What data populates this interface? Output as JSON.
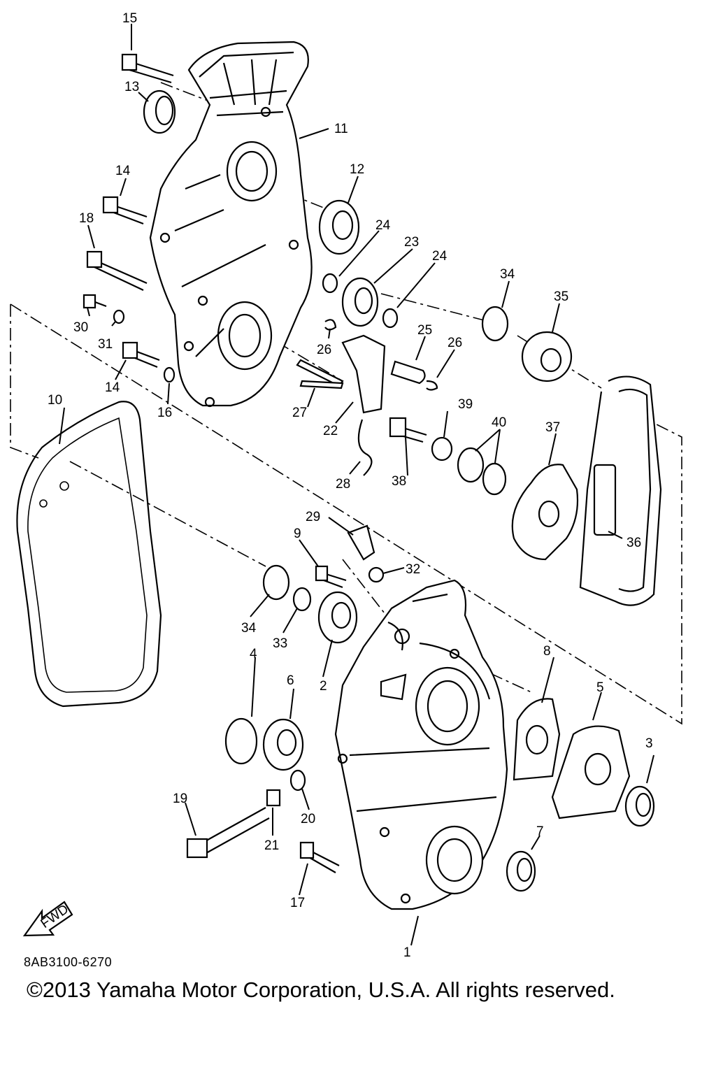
{
  "diagram": {
    "callouts": [
      "1",
      "2",
      "3",
      "4",
      "5",
      "6",
      "7",
      "8",
      "9",
      "10",
      "11",
      "12",
      "13",
      "14",
      "14",
      "15",
      "16",
      "17",
      "18",
      "19",
      "20",
      "21",
      "22",
      "23",
      "24",
      "24",
      "25",
      "26",
      "26",
      "27",
      "28",
      "29",
      "30",
      "31",
      "32",
      "33",
      "34",
      "34",
      "35",
      "36",
      "37",
      "38",
      "39",
      "40"
    ],
    "fwd_label": "FWD",
    "part_code": "8AB3100-6270"
  },
  "footer": {
    "copyright": "©2013 Yamaha Motor Corporation, U.S.A. All rights reserved."
  }
}
